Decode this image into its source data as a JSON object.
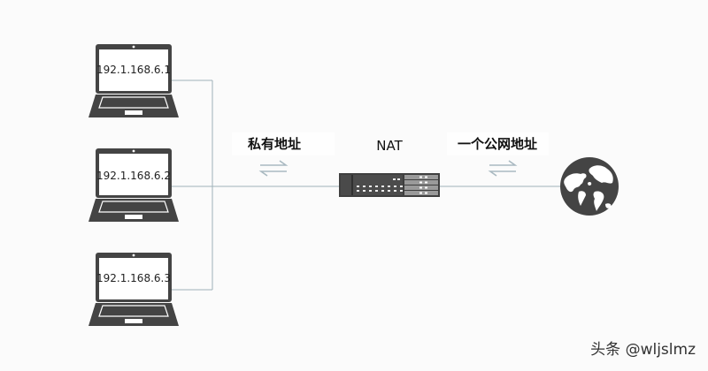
{
  "diagram": {
    "hosts": [
      {
        "label": "192.1.168.6.1",
        "icon": "laptop-icon"
      },
      {
        "label": "192.1.168.6.2",
        "icon": "laptop-icon"
      },
      {
        "label": "192.1.168.6.3",
        "icon": "laptop-icon"
      }
    ],
    "private_label": "私有地址",
    "nat_label": "NAT",
    "public_label": "一个公网地址",
    "router_icon": "router-icon",
    "internet_icon": "globe-icon",
    "arrow_icon": "bidirectional-arrow-icon",
    "colors": {
      "device": "#444444",
      "line": "#9fb2ba",
      "arrow": "#a9b9c1"
    }
  },
  "watermark": "头条 @wljslmz"
}
